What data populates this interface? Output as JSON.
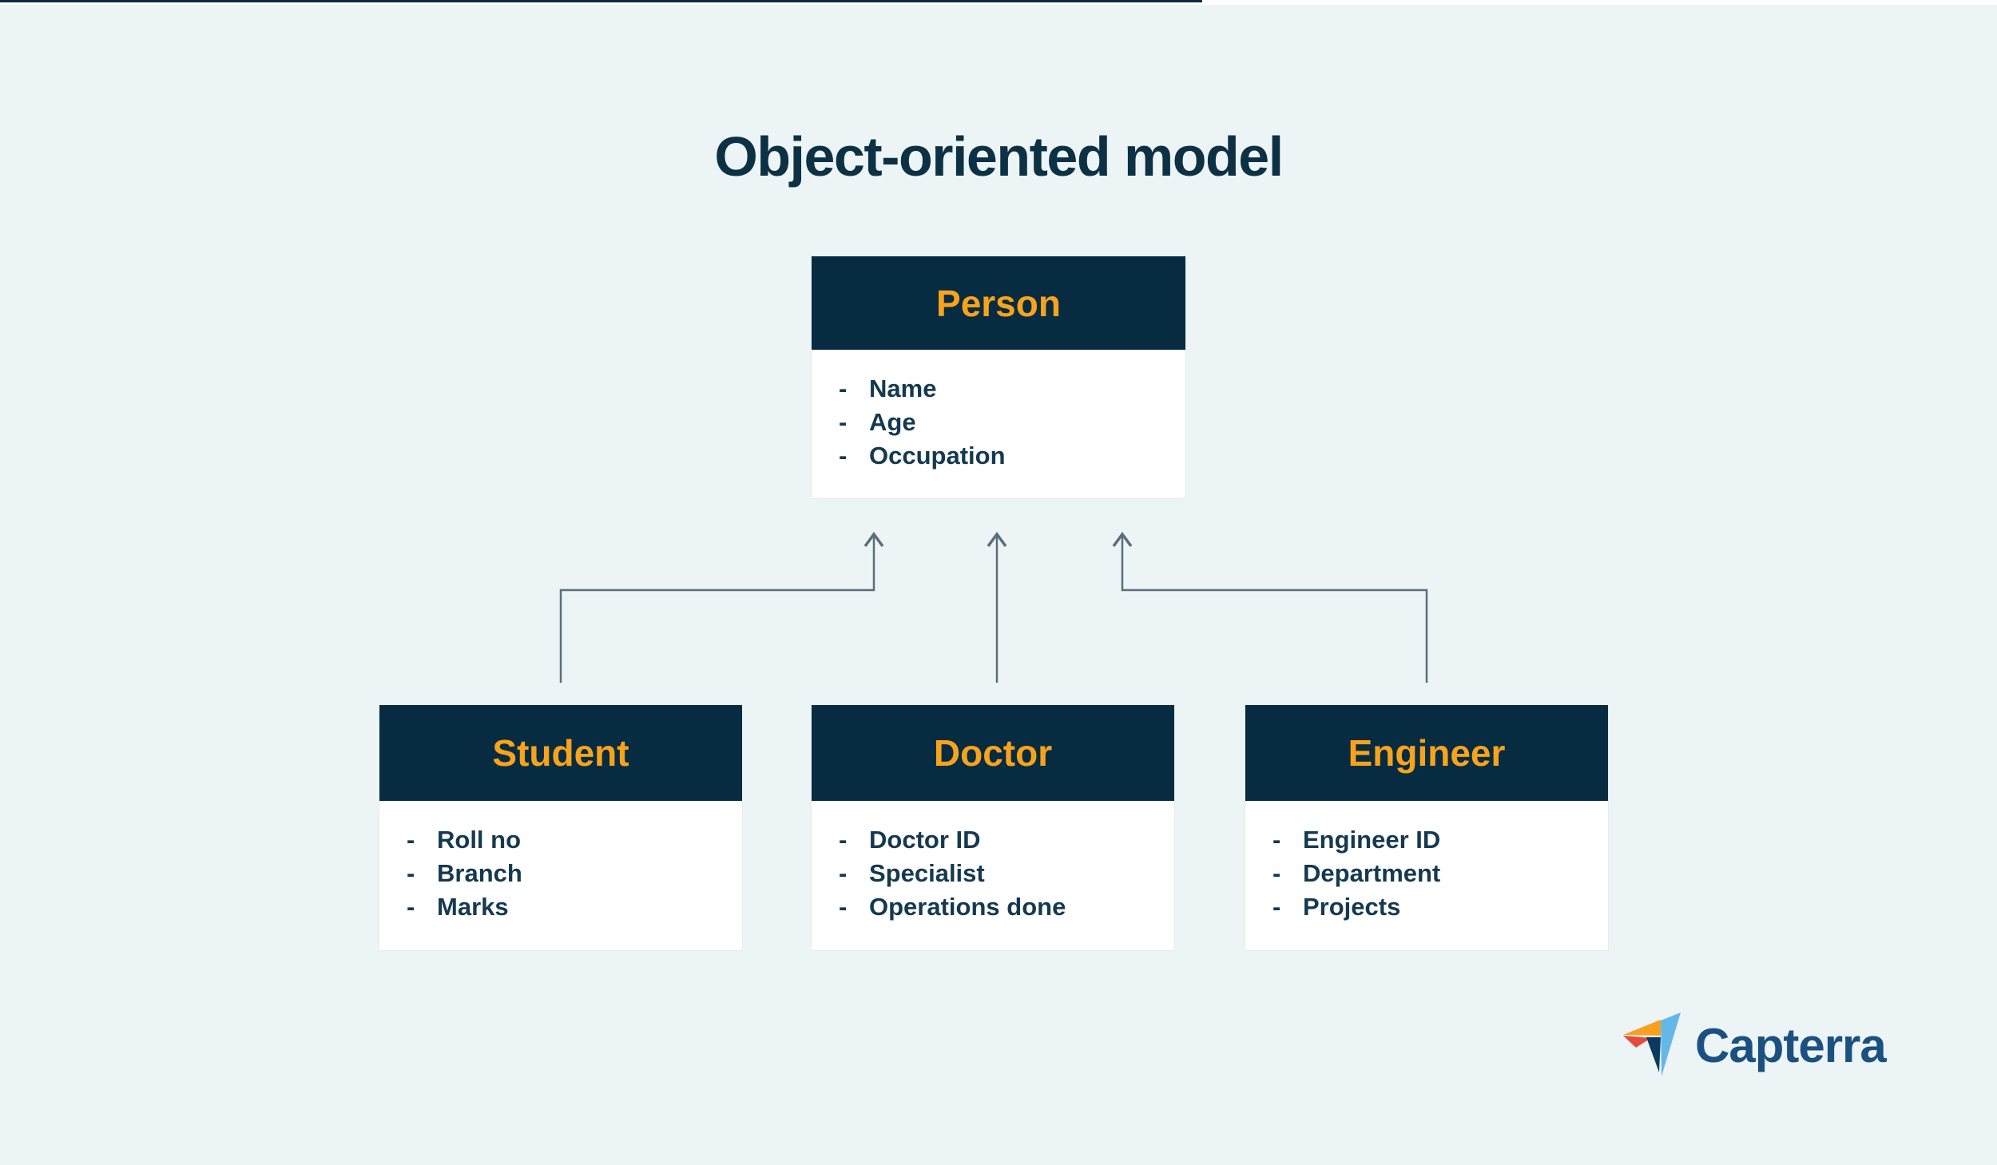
{
  "page": {
    "title": "Object-oriented model"
  },
  "bullet": "-",
  "diagram": {
    "parent": {
      "name": "Person",
      "attributes": [
        "Name",
        "Age",
        "Occupation"
      ]
    },
    "children": [
      {
        "name": "Student",
        "attributes": [
          "Roll no",
          "Branch",
          "Marks"
        ]
      },
      {
        "name": "Doctor",
        "attributes": [
          "Doctor ID",
          "Specialist",
          "Operations done"
        ]
      },
      {
        "name": "Engineer",
        "attributes": [
          "Engineer ID",
          "Department",
          "Projects"
        ]
      }
    ],
    "connections": [
      {
        "from": "Student",
        "to": "Person",
        "type": "inheritance-arrow"
      },
      {
        "from": "Doctor",
        "to": "Person",
        "type": "inheritance-arrow"
      },
      {
        "from": "Engineer",
        "to": "Person",
        "type": "inheritance-arrow"
      }
    ]
  },
  "footer": {
    "logo_text": "Capterra"
  },
  "colors": {
    "header_navy": "#072c41",
    "accent_orange": "#f8a31d",
    "title_navy": "#0c3145",
    "body_text": "#15394f",
    "connector": "#5a6e7d",
    "page_bg": "#edf4f5",
    "logo_blue": "#1a5180",
    "logo_icon_orange": "#f9a11d",
    "logo_icon_red": "#e54a3d",
    "logo_icon_light_blue": "#63b8e8",
    "logo_icon_navy": "#0d3a5c"
  }
}
